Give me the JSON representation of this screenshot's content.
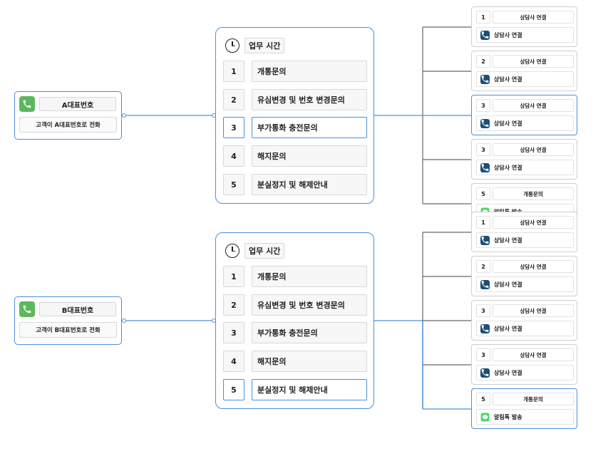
{
  "colors": {
    "accent": "#4a90d9",
    "phone_green": "#5cb85c",
    "call_blue": "#1b4f7a",
    "msg_green": "#4cd964",
    "connector_gray": "#666666"
  },
  "flows": [
    {
      "entry": {
        "icon": "phone-icon",
        "title": "A대표번호",
        "desc": "고객이 A대표번호로 전화"
      },
      "menu": {
        "icon": "clock-icon",
        "title": "업무 시간",
        "options": [
          {
            "num": "1",
            "label": "개통문의",
            "selected": false
          },
          {
            "num": "2",
            "label": "유심변경 및 번호 변경문의",
            "selected": false
          },
          {
            "num": "3",
            "label": "부가통화 충전문의",
            "selected": true
          },
          {
            "num": "4",
            "label": "해지문의",
            "selected": false
          },
          {
            "num": "5",
            "label": "분실정지 및 해제안내",
            "selected": false
          }
        ]
      },
      "destinations": [
        {
          "num": "1",
          "label": "상담사 연결",
          "action": "상담사 연결",
          "action_icon": "call-icon",
          "selected": false
        },
        {
          "num": "2",
          "label": "상담사 연결",
          "action": "상담사 연결",
          "action_icon": "call-icon",
          "selected": false
        },
        {
          "num": "3",
          "label": "상담사 연결",
          "action": "상담사 연결",
          "action_icon": "call-icon",
          "selected": true
        },
        {
          "num": "3",
          "label": "상담사 연결",
          "action": "상담사 연결",
          "action_icon": "call-icon",
          "selected": false
        },
        {
          "num": "5",
          "label": "개통문의",
          "action": "알림톡 발송",
          "action_icon": "chat-icon",
          "selected": false
        }
      ]
    },
    {
      "entry": {
        "icon": "phone-icon",
        "title": "B대표번호",
        "desc": "고객이 B대표번호로 전화"
      },
      "menu": {
        "icon": "clock-icon",
        "title": "업무 시간",
        "options": [
          {
            "num": "1",
            "label": "개통문의",
            "selected": false
          },
          {
            "num": "2",
            "label": "유심변경 및 번호 변경문의",
            "selected": false
          },
          {
            "num": "3",
            "label": "부가통화 충전문의",
            "selected": false
          },
          {
            "num": "4",
            "label": "해지문의",
            "selected": false
          },
          {
            "num": "5",
            "label": "분실정지 및 해제안내",
            "selected": true
          }
        ]
      },
      "destinations": [
        {
          "num": "1",
          "label": "상담사 연결",
          "action": "상담사 연결",
          "action_icon": "call-icon",
          "selected": false
        },
        {
          "num": "2",
          "label": "상담사 연결",
          "action": "상담사 연결",
          "action_icon": "call-icon",
          "selected": false
        },
        {
          "num": "3",
          "label": "상담사 연결",
          "action": "상담사 연결",
          "action_icon": "call-icon",
          "selected": false
        },
        {
          "num": "3",
          "label": "상담사 연결",
          "action": "상담사 연결",
          "action_icon": "call-icon",
          "selected": false
        },
        {
          "num": "5",
          "label": "개통문의",
          "action": "알림톡 발송",
          "action_icon": "chat-icon",
          "selected": true
        }
      ]
    }
  ]
}
